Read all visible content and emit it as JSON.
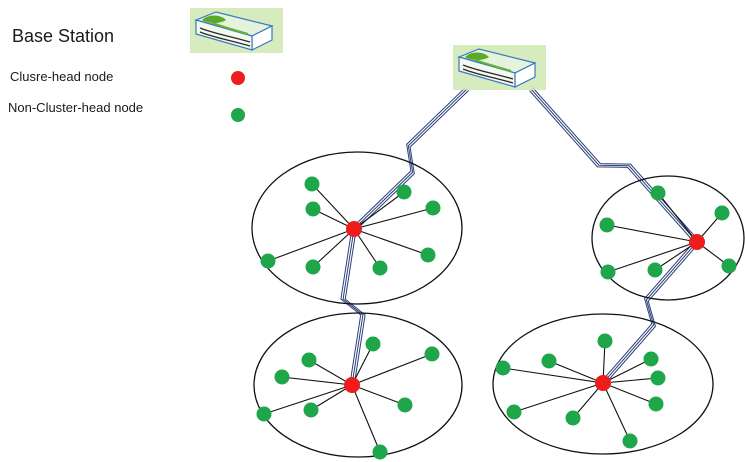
{
  "legend": {
    "base_station_label": "Base Station",
    "cluster_head_label": "Clusre-head node",
    "non_cluster_head_label": "Non-Cluster-head node"
  },
  "colors": {
    "cluster_head": "#ee1c1c",
    "non_cluster_head": "#1fa64a",
    "link": "#2c3e7a",
    "station_body": "#dff0cf",
    "station_accent": "#6bb52b",
    "station_edge": "#3a78c2"
  },
  "diagram": {
    "icon": "base-station-icon",
    "clusters": [
      {
        "id": "top-left",
        "member_count": 8,
        "link_to": "base-station"
      },
      {
        "id": "top-right",
        "member_count": 6,
        "link_to": "base-station"
      },
      {
        "id": "bottom-left",
        "member_count": 8,
        "link_to": "top-left"
      },
      {
        "id": "bottom-right",
        "member_count": 9,
        "link_to": "top-right"
      }
    ]
  }
}
